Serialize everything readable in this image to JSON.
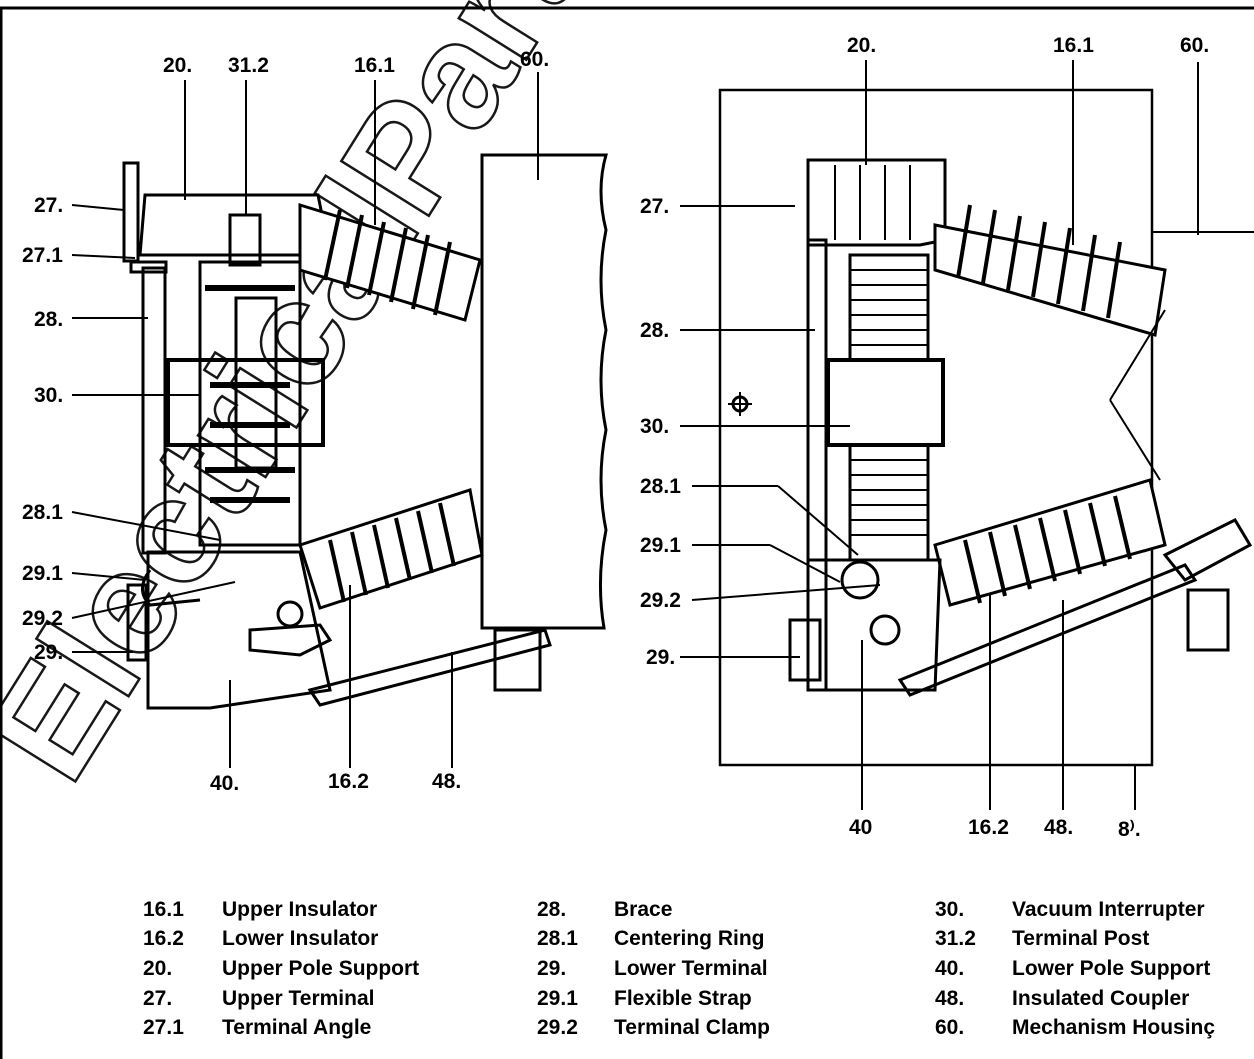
{
  "figure": {
    "watermark": "ElectricalPartManuals",
    "left_view_callouts": {
      "c20": "20.",
      "c31_2": "31.2",
      "c16_1": "16.1",
      "c60": "60.",
      "c27": "27.",
      "c27_1": "27.1",
      "c28": "28.",
      "c30": "30.",
      "c28_1": "28.1",
      "c29_1": "29.1",
      "c29_2": "29.2",
      "c29": "29.",
      "c40": "40.",
      "c16_2": "16.2",
      "c48": "48."
    },
    "right_view_callouts": {
      "c20": "20.",
      "c16_1": "16.1",
      "c60": "60.",
      "c27": "27.",
      "c28": "28.",
      "c30": "30.",
      "c28_1": "28.1",
      "c29_1": "29.1",
      "c29_2": "29.2",
      "c29": "29.",
      "c40": "40",
      "c16_2": "16.2",
      "c48": "48.",
      "c80": "8⁾."
    }
  },
  "legend": [
    {
      "num": "16.1",
      "label": "Upper Insulator"
    },
    {
      "num": "16.2",
      "label": "Lower Insulator"
    },
    {
      "num": "20.",
      "label": "Upper Pole Support"
    },
    {
      "num": "27.",
      "label": "Upper Terminal"
    },
    {
      "num": "27.1",
      "label": "Terminal Angle"
    },
    {
      "num": "28.",
      "label": "Brace"
    },
    {
      "num": "28.1",
      "label": "Centering Ring"
    },
    {
      "num": "29.",
      "label": "Lower Terminal"
    },
    {
      "num": "29.1",
      "label": "Flexible Strap"
    },
    {
      "num": "29.2",
      "label": "Terminal Clamp"
    },
    {
      "num": "30.",
      "label": "Vacuum Interrupter"
    },
    {
      "num": "31.2",
      "label": "Terminal Post"
    },
    {
      "num": "40.",
      "label": "Lower Pole Support"
    },
    {
      "num": "48.",
      "label": "Insulated Coupler"
    },
    {
      "num": "60.",
      "label": "Mechanism Housinç"
    }
  ]
}
